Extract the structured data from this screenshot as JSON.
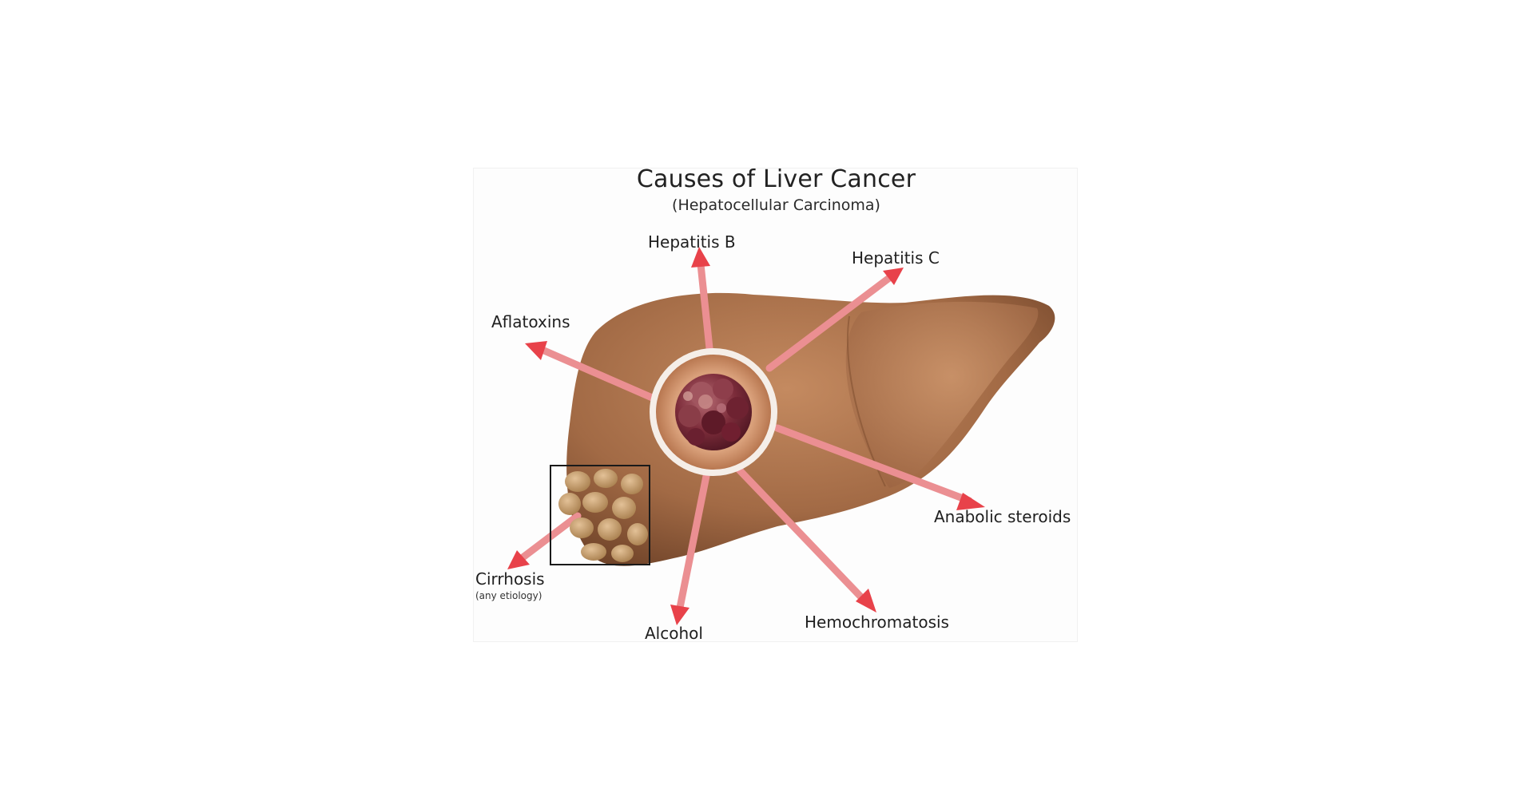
{
  "title": "Causes of Liver Cancer",
  "subtitle": "(Hepatocellular Carcinoma)",
  "causes": {
    "hepatitis_b": "Hepatitis B",
    "hepatitis_c": "Hepatitis C",
    "aflatoxins": "Aflatoxins",
    "anabolic_steroids": "Anabolic steroids",
    "cirrhosis": "Cirrhosis",
    "cirrhosis_note": "(any etiology)",
    "alcohol": "Alcohol",
    "hemochromatosis": "Hemochromatosis"
  },
  "colors": {
    "liver": "#a8704a",
    "tumor": "#7d2e3b",
    "arrow": "#e8424a"
  }
}
